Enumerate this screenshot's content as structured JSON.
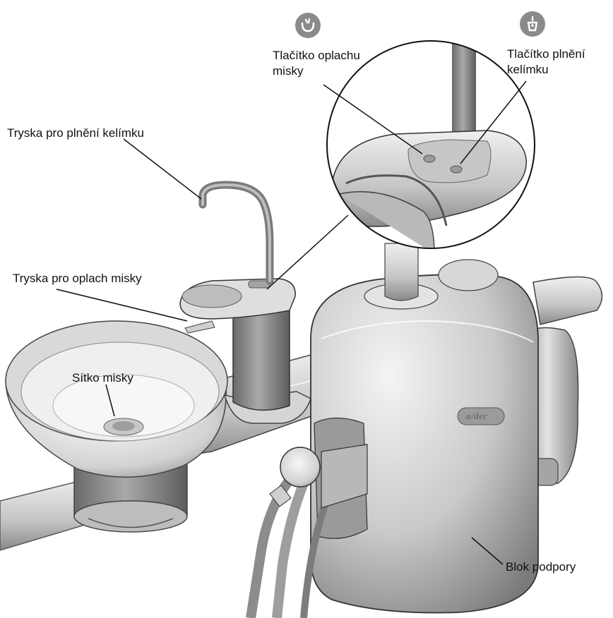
{
  "labels": {
    "cup_filler_button": [
      "Tlačítko plnění",
      "kelímku"
    ],
    "bowl_rinse_button": [
      "Tlačítko oplachu",
      "misky"
    ],
    "cup_filler_nozzle": "Tryska pro plnění kelímku",
    "bowl_rinse_nozzle": "Tryska pro oplach misky",
    "bowl_strainer": "Sítko misky",
    "support_block": "Blok podpory"
  },
  "brand_logo": "a/dec",
  "icons": {
    "bowl_rinse": "bowl-rinse-icon",
    "cup_fill": "cup-fill-icon"
  },
  "colors": {
    "icon_badge": "#8a8a8a",
    "body_light": "#e6e6e6",
    "body_mid": "#b3b3b3",
    "body_dark": "#6f6f6f",
    "leader_line": "#1a1a1a"
  }
}
